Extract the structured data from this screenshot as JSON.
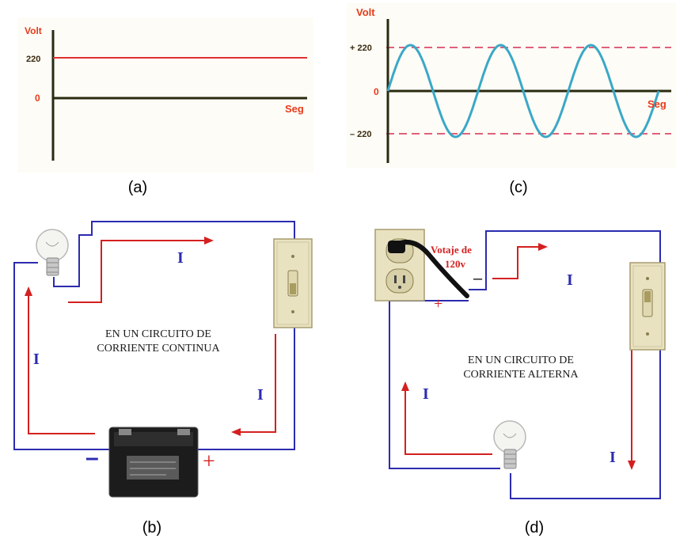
{
  "panel_a": {
    "caption": "(a)",
    "y_axis_label": "Volt",
    "y_tick_220": "220",
    "y_tick_0": "0",
    "x_axis_label": "Seg"
  },
  "panel_c": {
    "caption": "(c)",
    "y_axis_label": "Volt",
    "y_tick_pos": "+ 220",
    "y_tick_0": "0",
    "y_tick_neg": "– 220",
    "x_axis_label": "Seg"
  },
  "panel_b": {
    "caption": "(b)",
    "text_line1": "EN UN CIRCUITO DE",
    "text_line2": "CORRIENTE CONTINUA",
    "current_label": "I",
    "minus": "–",
    "plus": "+"
  },
  "panel_d": {
    "caption": "(d)",
    "voltage_line1": "Votaje de",
    "voltage_line2": "120v",
    "text_line1": "EN UN CIRCUITO DE",
    "text_line2": "CORRIENTE ALTERNA",
    "current_label": "I",
    "minus": "–",
    "plus": "+"
  },
  "colors": {
    "dc_line": "#e03030",
    "ac_wave": "#3aa8c8",
    "dashed": "#e0607a",
    "axis": "#2a2a10",
    "label_red": "#e83a1a",
    "wire_blue": "#2b2bb0",
    "arrow_red": "#d42020",
    "switch_plate": "#e8e2c0"
  }
}
